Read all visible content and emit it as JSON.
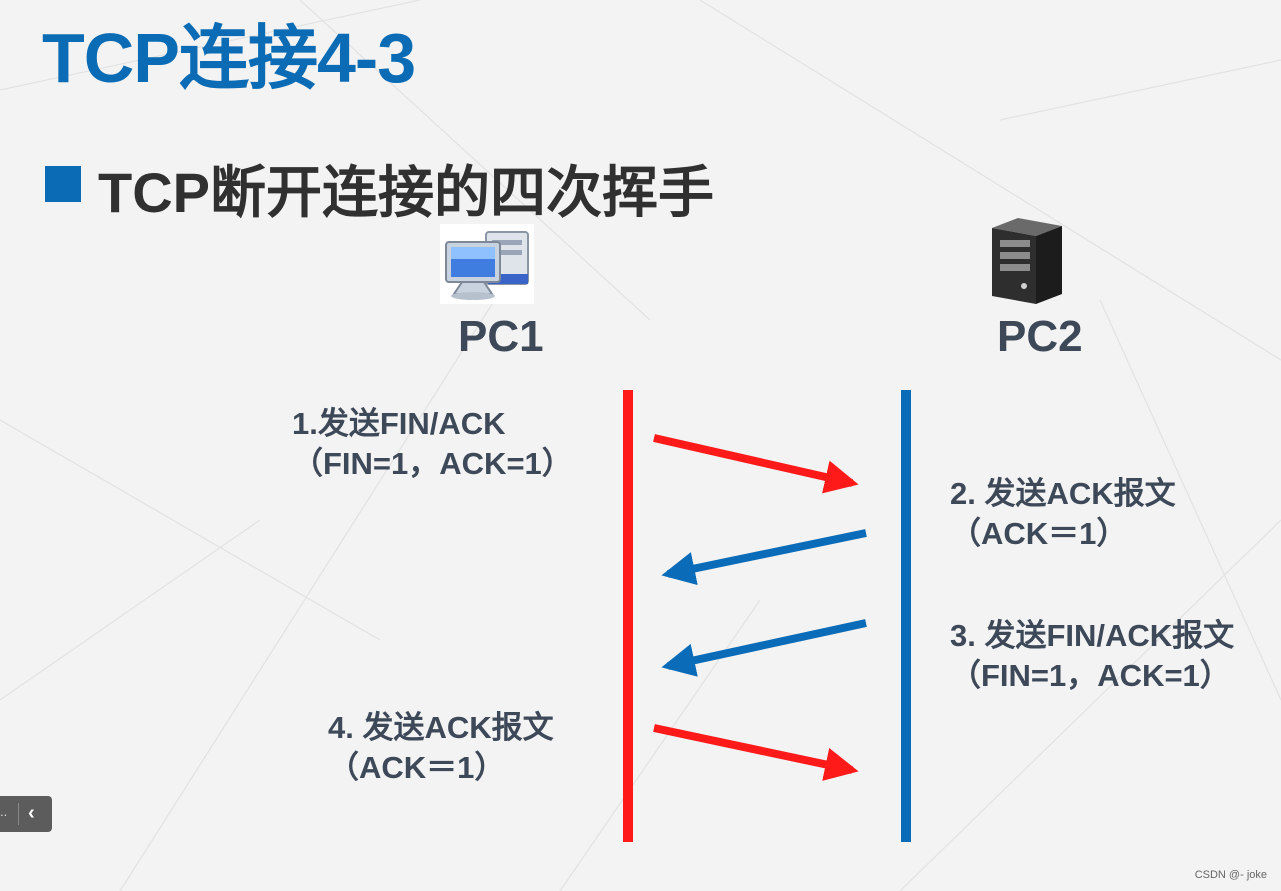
{
  "title": "TCP连接4-3",
  "subtitle": "TCP断开连接的四次挥手",
  "nodes": {
    "left": {
      "label": "PC1",
      "icon": "desktop-computer-icon",
      "line_color": "#ff1a1a"
    },
    "right": {
      "label": "PC2",
      "icon": "server-tower-icon",
      "line_color": "#0a6cb8"
    }
  },
  "steps": [
    {
      "line1": "1.发送FIN/ACK",
      "line2": "（FIN=1，ACK=1）",
      "direction": "PC1→PC2",
      "color": "#ff1a1a"
    },
    {
      "line1": "2. 发送ACK报文",
      "line2": "（ACK＝1）",
      "direction": "PC2→PC1",
      "color": "#0a6cb8"
    },
    {
      "line1": "3. 发送FIN/ACK报文",
      "line2": "（FIN=1，ACK=1）",
      "direction": "PC2→PC1",
      "color": "#0a6cb8"
    },
    {
      "line1": "4. 发送ACK报文",
      "line2": "（ACK＝1）",
      "direction": "PC1→PC2",
      "color": "#ff1a1a"
    }
  ],
  "nav": {
    "dots": "..",
    "chevron": "‹"
  },
  "watermark": "CSDN @- joke"
}
